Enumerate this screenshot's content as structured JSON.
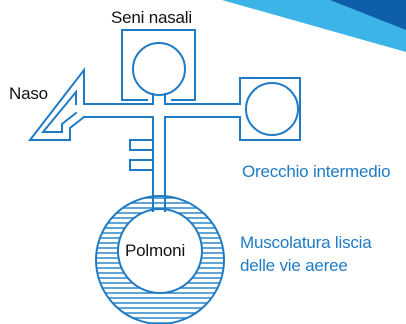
{
  "colors": {
    "stroke": "#1f7bc4",
    "hatch": "#2f86c8",
    "label_blue": "#1f7bc4",
    "label_black": "#111111",
    "banner_light": "#3db4e8",
    "banner_dark": "#0f5ea9",
    "background": "#ffffff"
  },
  "labels": {
    "seni_nasali": "Seni nasali",
    "naso": "Naso",
    "orecchio_intermedio": "Orecchio intermedio",
    "muscolatura_line1": "Muscolatura liscia",
    "muscolatura_line2": "delle vie aeree",
    "polmoni": "Polmoni"
  }
}
